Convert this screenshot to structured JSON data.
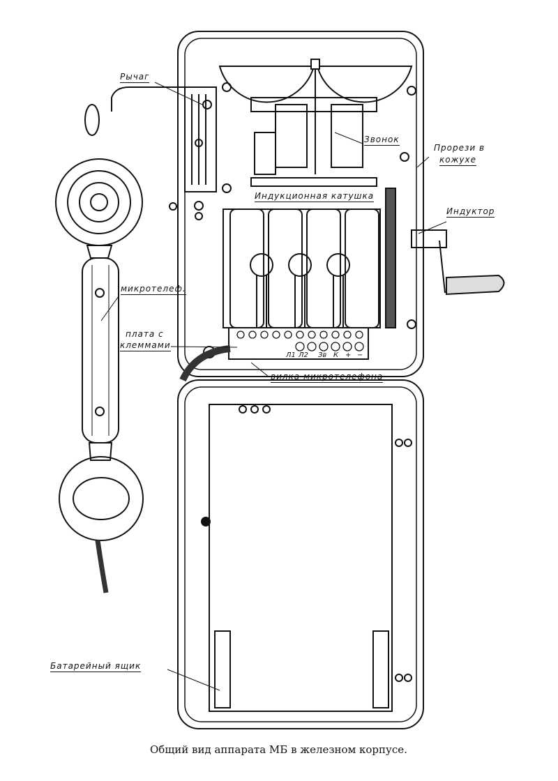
{
  "labels": {
    "lever": "Рычаг",
    "bell": "Звонок",
    "slots_line1": "Прорези в",
    "slots_line2": "кожухе",
    "induction_coil": "Индукционная катушка",
    "inductor": "Индуктор",
    "handset": "микротелеф.",
    "board_line1": "плата с",
    "board_line2": "клеммами",
    "handset_plug": "вилка микротелефона",
    "battery_box": "Батарейный ящик"
  },
  "terminals": [
    "Л1",
    "Л2",
    "Зв",
    "К",
    "+",
    "−"
  ],
  "caption": "Общий вид аппарата МБ в железном корпусе."
}
